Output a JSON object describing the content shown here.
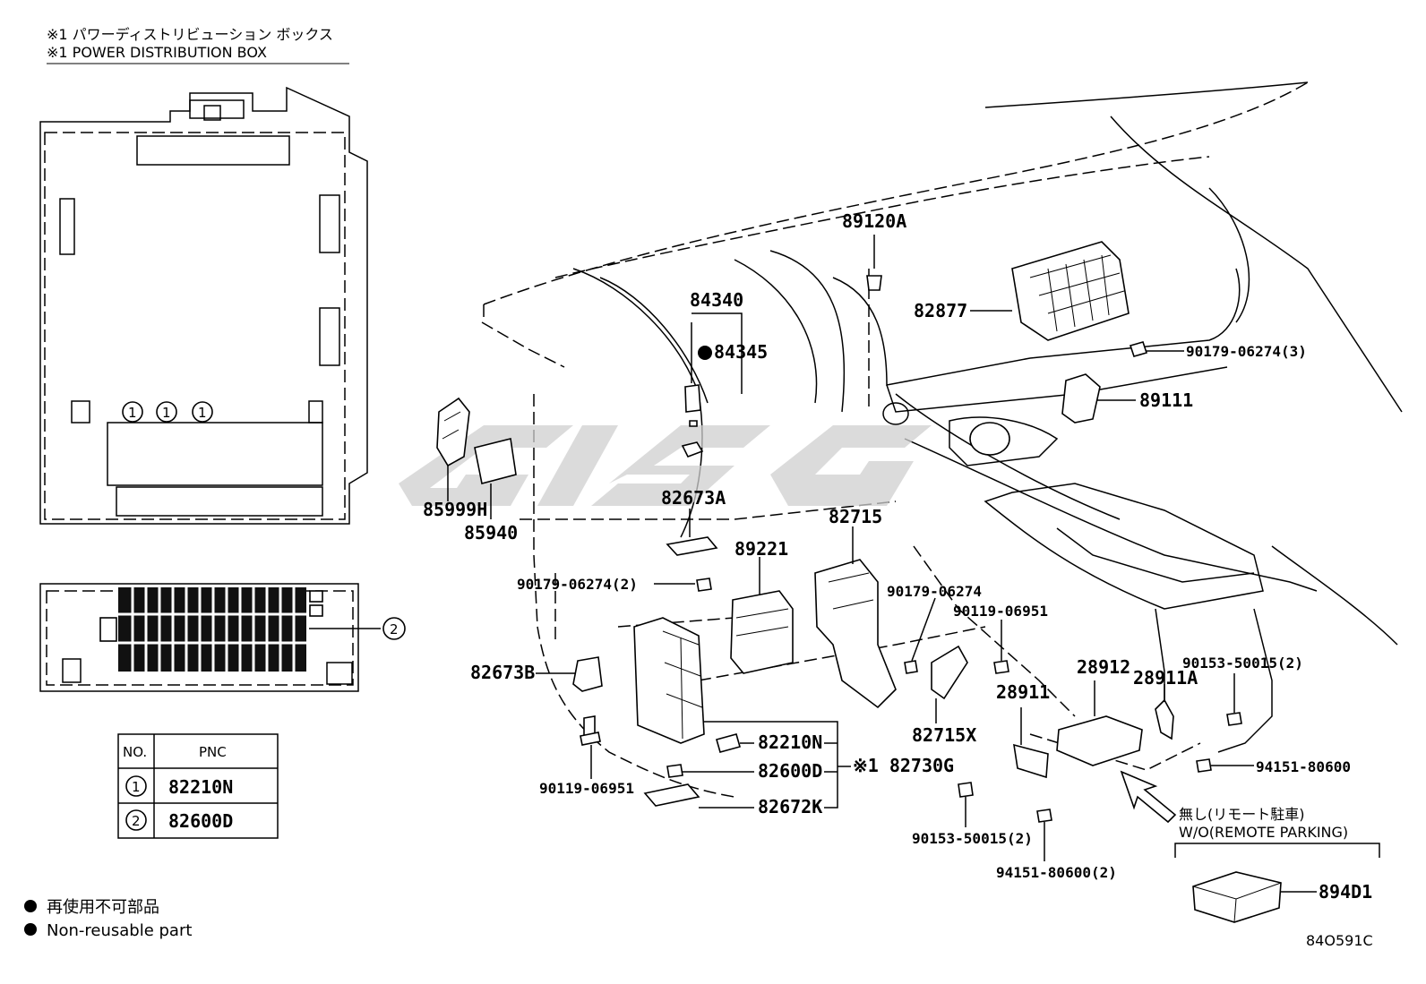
{
  "header": {
    "title_jp": "※1 パワーディストリビューション ボックス",
    "title_en": "※1 POWER DISTRIBUTION BOX"
  },
  "fuse_box": {
    "circle_1": "1",
    "circle_2": "2"
  },
  "pnc_table": {
    "col_no": "NO.",
    "col_pnc": "PNC",
    "rows": [
      {
        "no": "1",
        "pnc": "82210N"
      },
      {
        "no": "2",
        "pnc": "82600D"
      }
    ]
  },
  "legend": {
    "jp": "再使用不可部品",
    "en": "Non-reusable part"
  },
  "labels": {
    "p89120A": "89120A",
    "p82877": "82877",
    "p90179_06274_3": "90179-06274(3)",
    "p89111": "89111",
    "p84340": "84340",
    "p84345": "84345",
    "p85999H": "85999H",
    "p85940": "85940",
    "p82673A": "82673A",
    "p82715": "82715",
    "p89221": "89221",
    "p90179_06274_2": "90179-06274(2)",
    "p90179_06274": "90179-06274",
    "p90119_06951_a": "90119-06951",
    "p82673B": "82673B",
    "p28912": "28912",
    "p28911A": "28911A",
    "p90153_50015_2a": "90153-50015(2)",
    "p28911": "28911",
    "p82715X": "82715X",
    "p82210N": "82210N",
    "p82600D": "82600D",
    "p82730G": "※1 82730G",
    "p82672K": "82672K",
    "p90119_06951_b": "90119-06951",
    "p94151_80600": "94151-80600",
    "p90153_50015_2b": "90153-50015(2)",
    "p94151_80600_2": "94151-80600(2)",
    "p894D1": "894D1"
  },
  "wo_note": {
    "jp": "無し(リモート駐車)",
    "en": "W/O(REMOTE PARKING)"
  },
  "diagram_id": "84O591C"
}
